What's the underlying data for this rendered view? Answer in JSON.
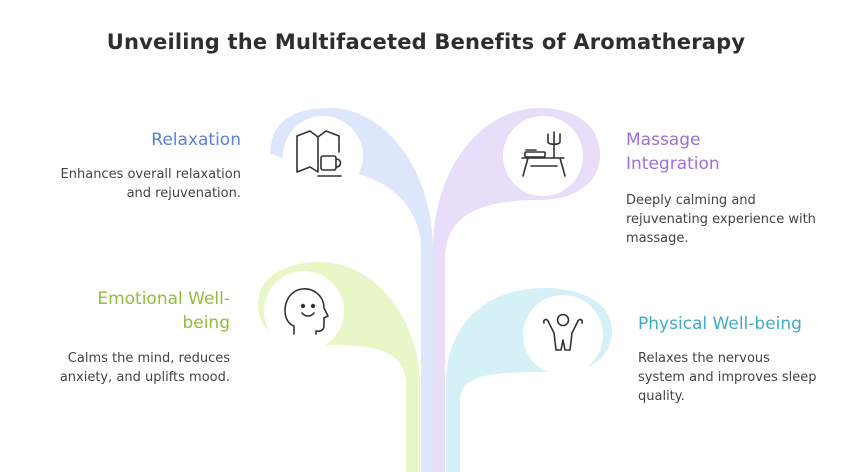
{
  "title": "Unveiling the Multifaceted Benefits of Aromatherapy",
  "benefits": [
    {
      "heading": "Relaxation",
      "description": "Enhances overall relaxation and rejuvenation.",
      "color": "#5b7fd8",
      "icon": "book-and-cup-icon"
    },
    {
      "heading": "Massage Integration",
      "description": "Deeply calming and rejuvenating experience with massage.",
      "color": "#9b6fe0",
      "icon": "massage-table-icon"
    },
    {
      "heading": "Emotional Well-being",
      "description": "Calms the mind, reduces anxiety, and uplifts mood.",
      "color": "#8fbf3c",
      "icon": "head-smile-icon"
    },
    {
      "heading": "Physical Well-being",
      "description": "Relaxes the nervous system and improves sleep quality.",
      "color": "#3fa9c9",
      "icon": "person-arms-up-icon"
    }
  ]
}
